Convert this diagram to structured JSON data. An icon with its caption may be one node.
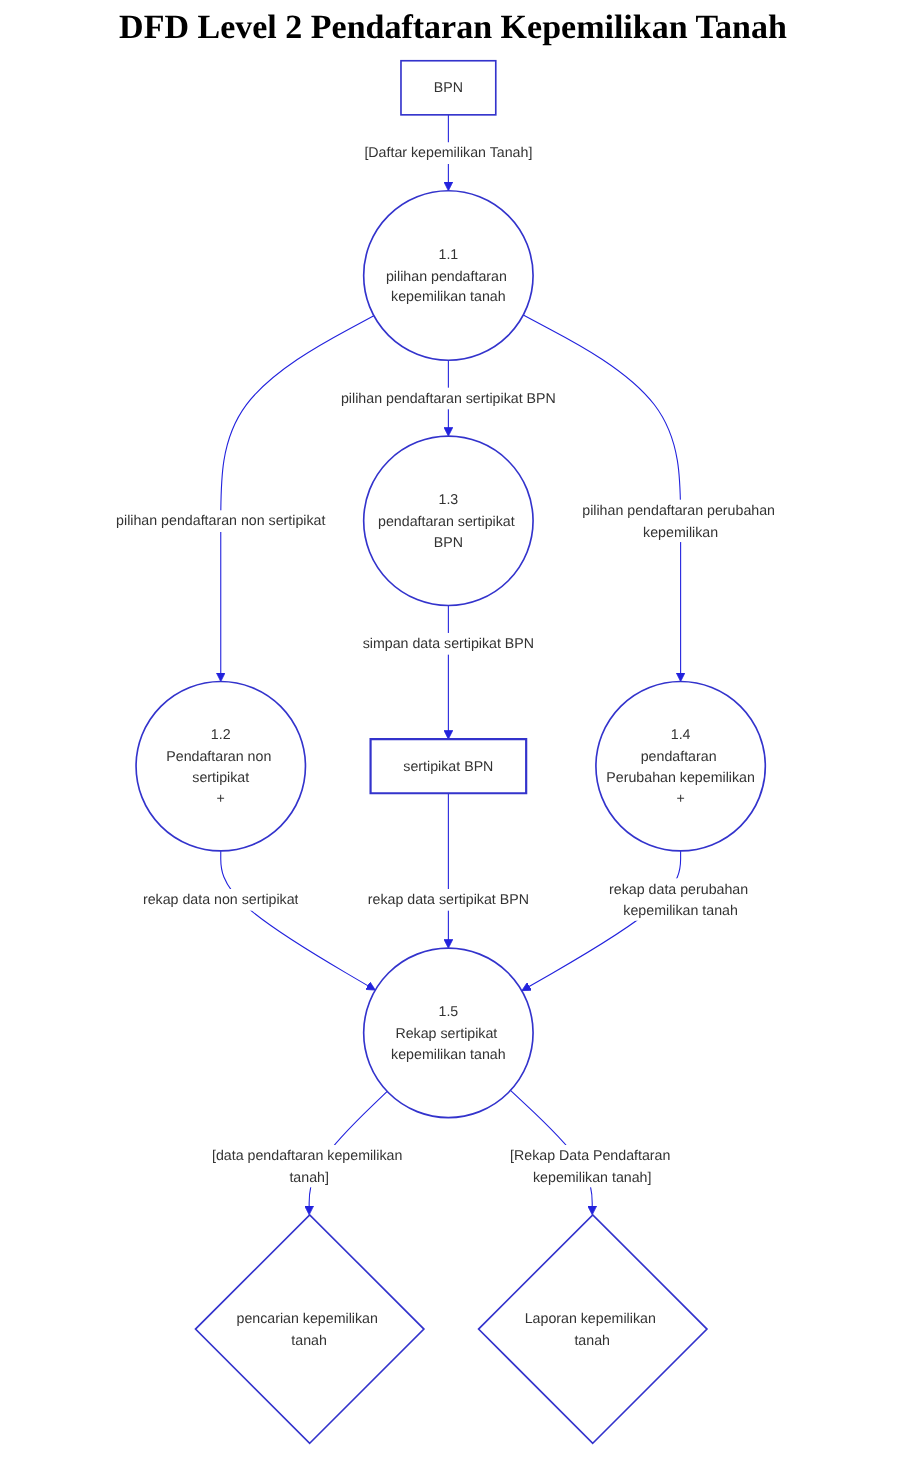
{
  "diagram": {
    "title": "DFD Level 2 Pendaftaran Kepemilikan Tanah",
    "nodes": [
      {
        "text": [
          "BPN"
        ]
      },
      {
        "text": [
          "1.1",
          "pilihan pendaftaran kepemilikan tanah"
        ]
      },
      {
        "text": [
          "1.2",
          "Pendaftaran non sertipikat",
          "+"
        ]
      },
      {
        "text": [
          "1.3",
          "pendaftaran sertipikat BPN"
        ]
      },
      {
        "text": [
          "1.4",
          "pendaftaran Perubahan kepemilikan",
          "+"
        ]
      },
      {
        "text": [
          "sertipikat BPN"
        ]
      },
      {
        "text": [
          "1.5",
          "Rekap sertipikat kepemilikan tanah"
        ]
      },
      {
        "text": [
          "pencarian kepemilikan tanah"
        ]
      },
      {
        "text": [
          "Laporan kepemilikan tanah"
        ]
      }
    ],
    "edges": [
      {
        "from": 0,
        "to": 1,
        "arrow": "to",
        "label": "[Daftar kepemilikan Tanah]"
      },
      {
        "from": 1,
        "to": 2,
        "arrow": "to",
        "label": "pilihan pendaftaran non sertipikat"
      },
      {
        "from": 1,
        "to": 3,
        "arrow": "to",
        "label": "pilihan pendaftaran sertipikat BPN"
      },
      {
        "from": 1,
        "to": 4,
        "arrow": "to",
        "label": "pilihan pendaftaran perubahan kepemilikan"
      },
      {
        "from": 3,
        "to": 5,
        "arrow": "to",
        "label": "simpan data sertipikat BPN"
      },
      {
        "from": 2,
        "to": 6,
        "arrow": "to",
        "label": "rekap data non sertipikat"
      },
      {
        "from": 5,
        "to": 6,
        "arrow": "to",
        "label": "rekap data sertipikat BPN"
      },
      {
        "from": 4,
        "to": 6,
        "arrow": "to",
        "label": "rekap data perubahan kepemilikan tanah"
      },
      {
        "from": 6,
        "to": 7,
        "arrow": "to",
        "label": "[data pendaftaran kepemilikan tanah]"
      },
      {
        "from": 6,
        "to": 8,
        "arrow": "to",
        "label": "[Rekap Data Pendaftaran kepemilikan tanah]"
      }
    ]
  }
}
